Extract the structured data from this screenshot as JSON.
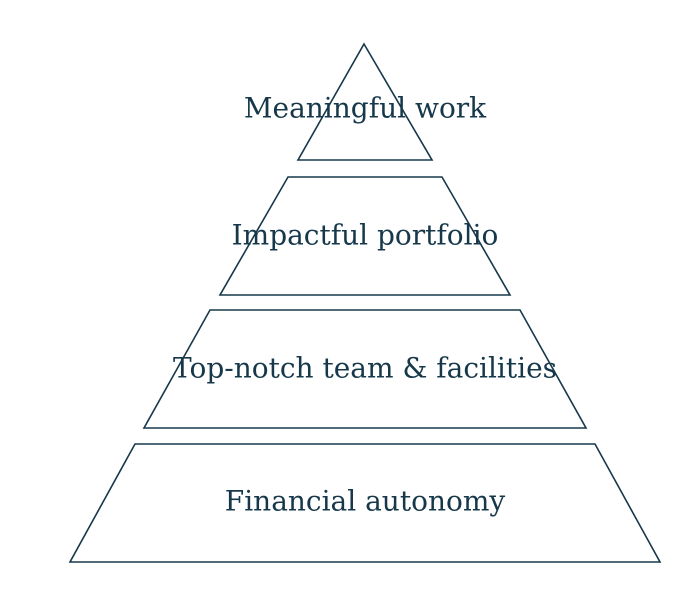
{
  "diagram": {
    "type": "pyramid",
    "colors": {
      "stroke": "#16384a",
      "text": "#16384a",
      "background": "#ffffff"
    },
    "tiers": [
      {
        "label": "Meaningful work"
      },
      {
        "label": "Impactful portfolio"
      },
      {
        "label": "Top-notch team & facilities"
      },
      {
        "label": "Financial autonomy"
      }
    ]
  }
}
